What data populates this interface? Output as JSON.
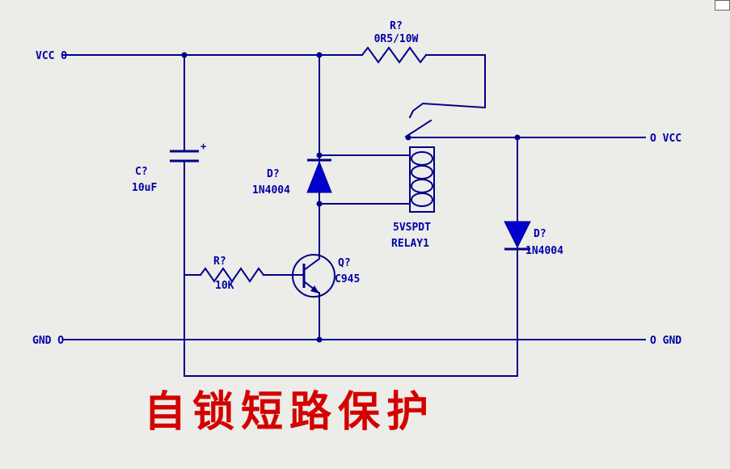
{
  "colors": {
    "background": "#ECECE8",
    "wire": "#00008B",
    "component_fill": "#0000CD",
    "label": "#0000A8",
    "title": "#D40000"
  },
  "title": {
    "text": "自锁短路保护"
  },
  "ports": {
    "vcc_left": "VCC O",
    "gnd_left": "GND O",
    "vcc_right": "O VCC",
    "gnd_right": "O GND"
  },
  "components": {
    "power_resistor": {
      "ref": "R?",
      "value": "0R5/10W"
    },
    "capacitor": {
      "ref": "C?",
      "value": "10uF",
      "polarity": "+"
    },
    "flyback_diode": {
      "ref": "D?",
      "value": "1N4004"
    },
    "relay": {
      "type": "5VSPDT",
      "name": "RELAY1"
    },
    "feedback_diode": {
      "ref": "D?",
      "value": "1N4004"
    },
    "base_resistor": {
      "ref": "R?",
      "value": "10K"
    },
    "transistor": {
      "ref": "Q?",
      "value": "C945"
    }
  }
}
